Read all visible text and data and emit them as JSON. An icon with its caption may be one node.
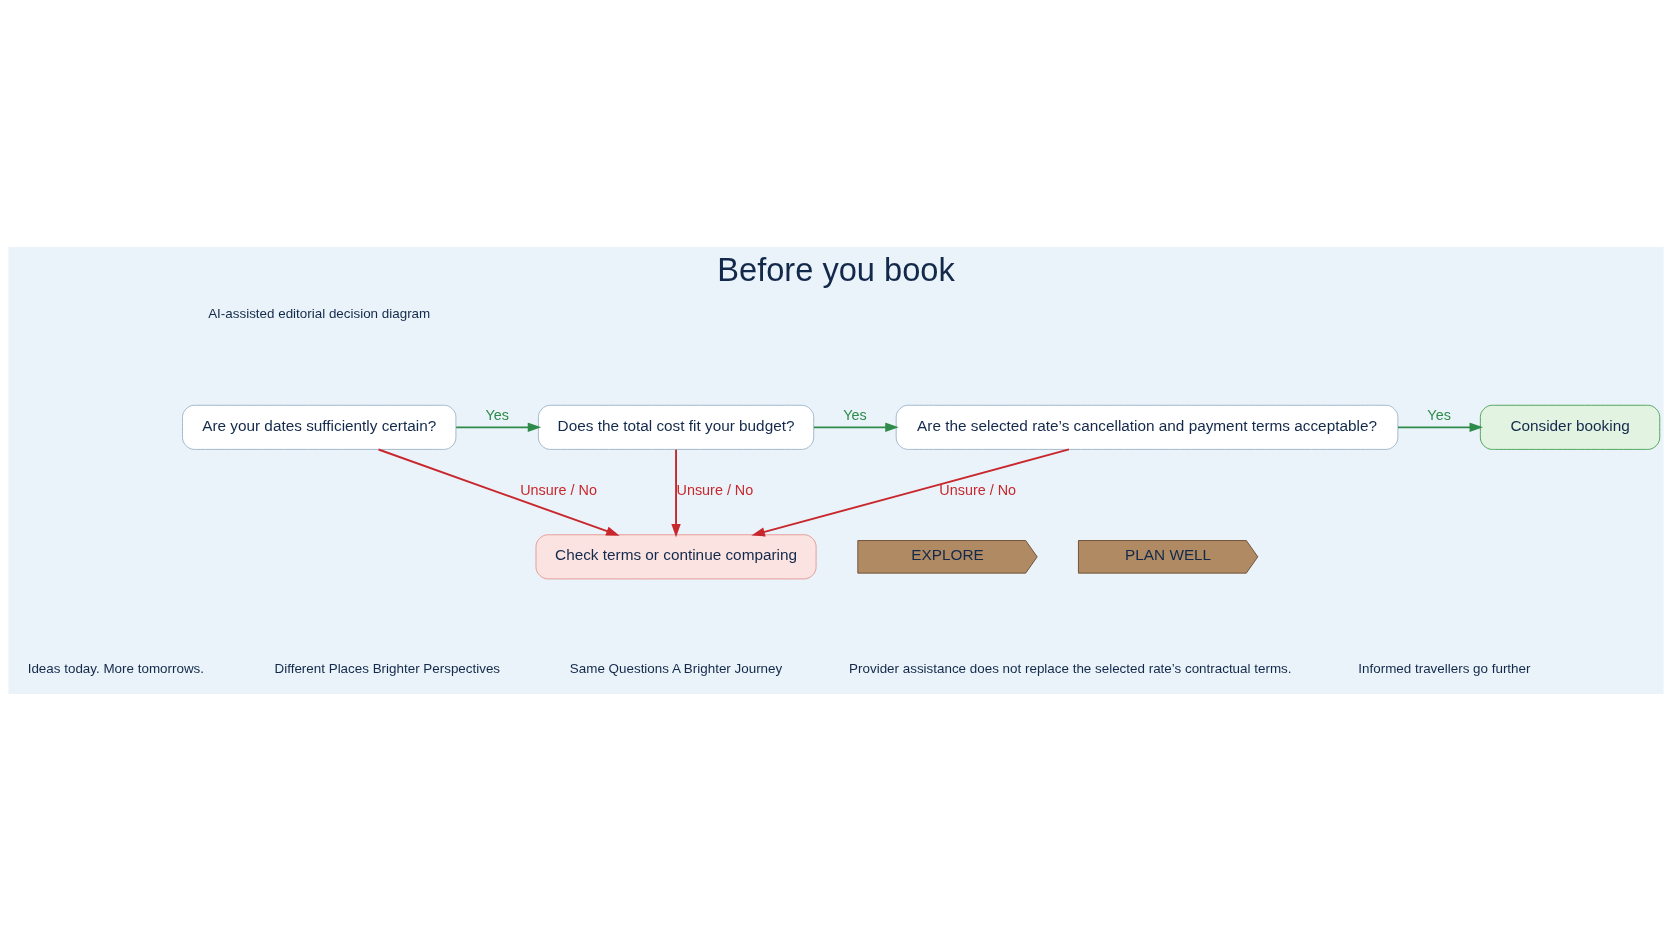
{
  "diagram": {
    "title": "Before you book",
    "nodes": [
      {
        "text": [
          "Are your dates sufficiently certain?"
        ]
      },
      {
        "text": [
          "Does the total cost fit your budget?"
        ]
      },
      {
        "text": [
          "Are the selected rate’s cancellation and payment terms acceptable?"
        ]
      },
      {
        "text": [
          "Consider booking"
        ]
      },
      {
        "text": [
          "Check terms or continue comparing"
        ]
      },
      {
        "text": [
          "EXPLORE"
        ]
      },
      {
        "text": [
          "PLAN WELL"
        ]
      }
    ],
    "edges": [
      {
        "from": 0,
        "to": 1,
        "arrow": "to",
        "label": "Yes",
        "color": "#2e8b4a"
      },
      {
        "from": 1,
        "to": 2,
        "arrow": "to",
        "label": "Yes",
        "color": "#2e8b4a"
      },
      {
        "from": 2,
        "to": 3,
        "arrow": "to",
        "label": "Yes",
        "color": "#2e8b4a"
      },
      {
        "from": 0,
        "to": 4,
        "arrow": "to",
        "label": "Unsure / No",
        "color": "#c8282d"
      },
      {
        "from": 1,
        "to": 4,
        "arrow": "to",
        "label": "Unsure / No",
        "color": "#c8282d"
      },
      {
        "from": 2,
        "to": 4,
        "arrow": "to",
        "label": "Unsure / No",
        "color": "#c8282d"
      }
    ],
    "labels": [
      "AI-assisted editorial decision diagram",
      "Ideas today. More tomorrows.",
      "Different Places Brighter Perspectives",
      "Same Questions A Brighter Journey",
      "Provider assistance does not replace the selected rate’s contractual terms.",
      "Informed travellers go further"
    ]
  }
}
